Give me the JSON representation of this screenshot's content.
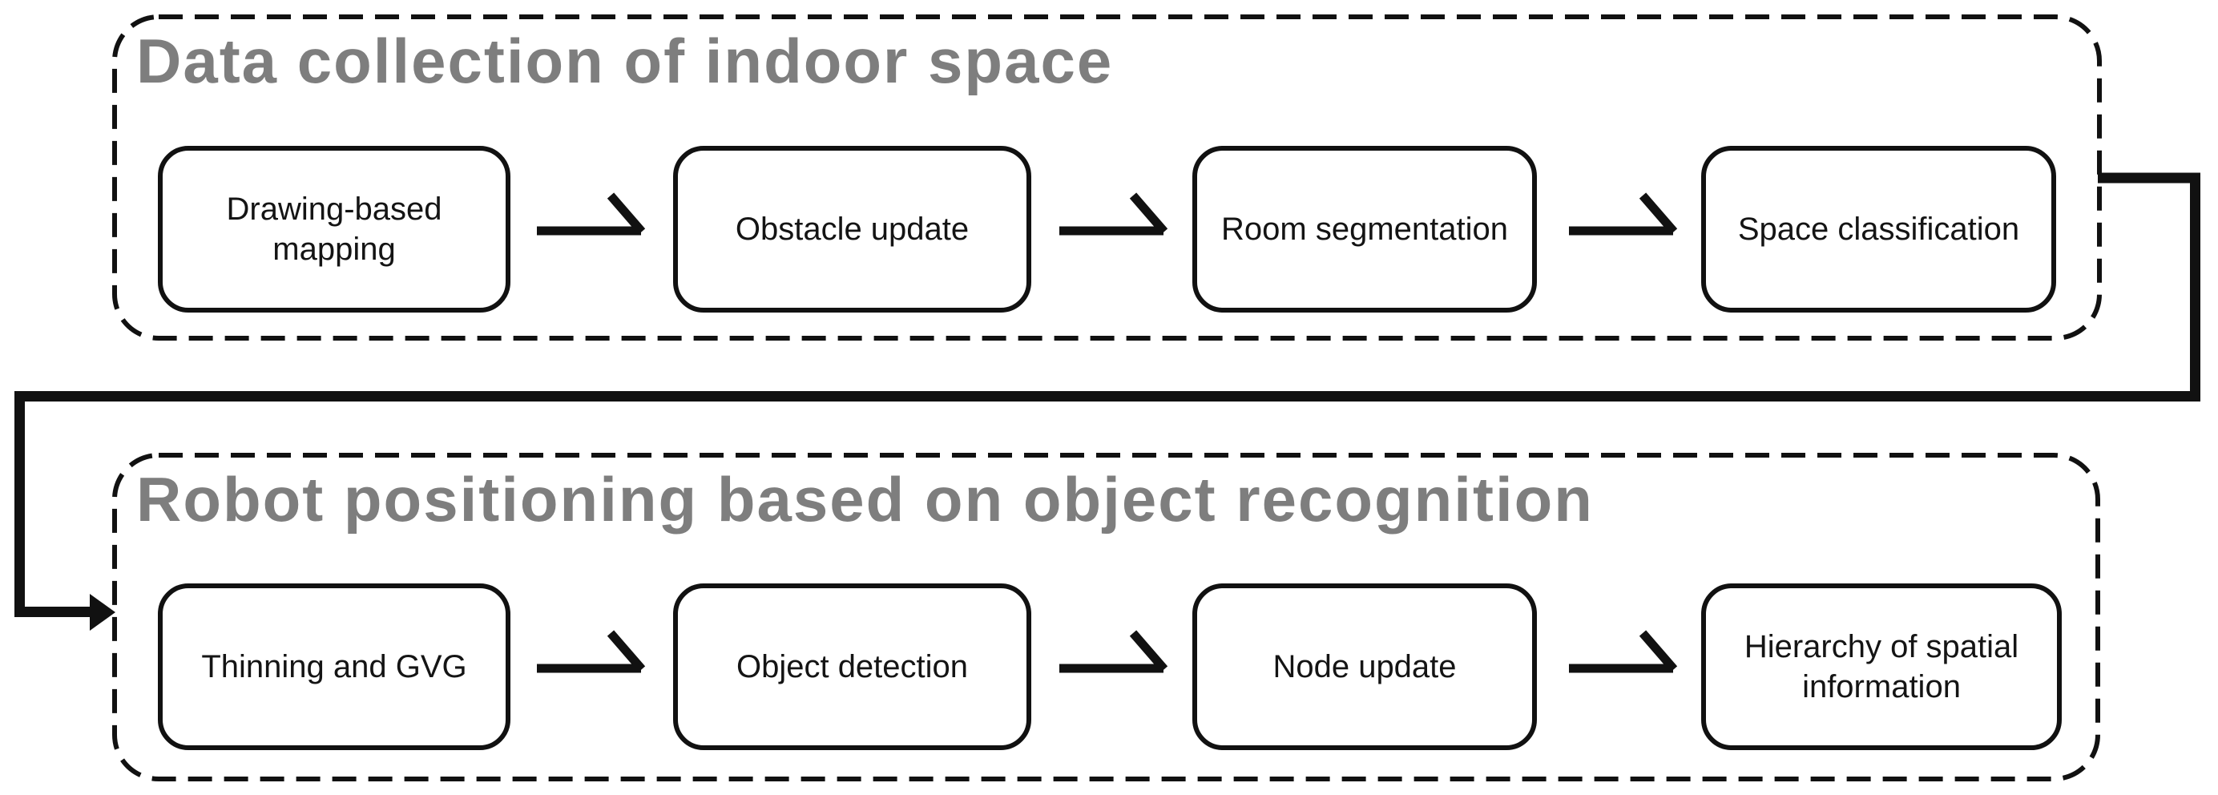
{
  "diagram": {
    "groups": [
      {
        "title": "Data collection of indoor space",
        "boxes": [
          {
            "label": "Drawing-based mapping"
          },
          {
            "label": "Obstacle update"
          },
          {
            "label": "Room segmentation"
          },
          {
            "label": "Space classification"
          }
        ]
      },
      {
        "title": "Robot positioning based on object recognition",
        "boxes": [
          {
            "label": "Thinning and GVG"
          },
          {
            "label": "Object detection"
          },
          {
            "label": "Node update"
          },
          {
            "label": "Hierarchy of spatial information"
          }
        ]
      }
    ]
  },
  "colors": {
    "line-black": "#111111",
    "title-gray": "#7e7e7e",
    "box-text": "#141414",
    "background": "#ffffff"
  }
}
